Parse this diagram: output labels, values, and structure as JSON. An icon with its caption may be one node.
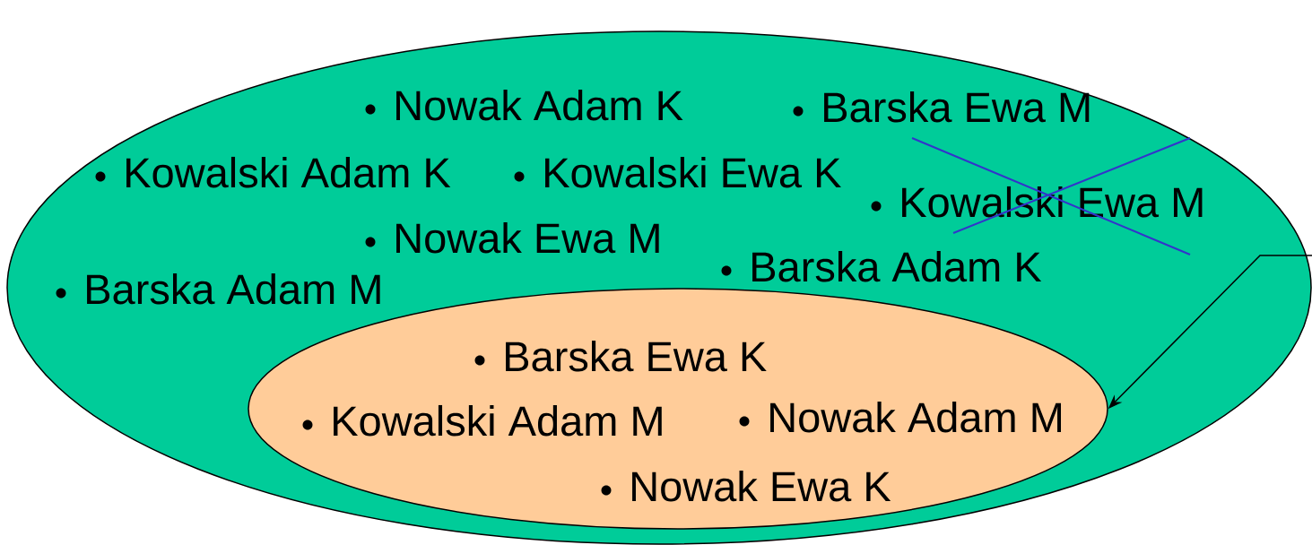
{
  "diagram": {
    "nodes": [
      {
        "text": [
          "Nowak Adam K",
          "Barska Ewa M",
          "Kowalski Adam K",
          "Kowalski Ewa K",
          "Kowalski Ewa M",
          "Nowak Ewa M",
          "Barska Adam K",
          "Barska Adam M"
        ]
      },
      {
        "text": [
          "Barska Ewa K",
          "Kowalski Adam M",
          "Nowak Adam M",
          "Nowak Ewa K"
        ],
        "in": 0
      }
    ],
    "edges": [
      {
        "from": null,
        "to": 1,
        "arrow": "to"
      }
    ]
  }
}
